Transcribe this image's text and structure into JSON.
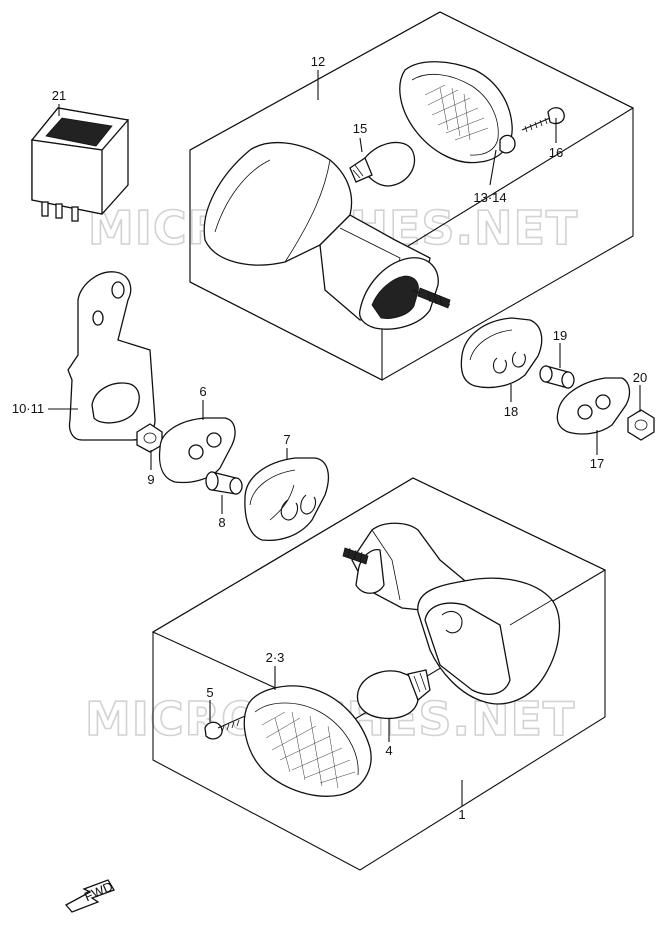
{
  "watermark": "MICROFICHES.NET",
  "fwd_label": "FWD",
  "callouts": [
    {
      "id": "1",
      "text": "1"
    },
    {
      "id": "2-3",
      "text": "2·3"
    },
    {
      "id": "4",
      "text": "4"
    },
    {
      "id": "5",
      "text": "5"
    },
    {
      "id": "6",
      "text": "6"
    },
    {
      "id": "7",
      "text": "7"
    },
    {
      "id": "8",
      "text": "8"
    },
    {
      "id": "9",
      "text": "9"
    },
    {
      "id": "10-11",
      "text": "10·11"
    },
    {
      "id": "12",
      "text": "12"
    },
    {
      "id": "13-14",
      "text": "13·14"
    },
    {
      "id": "15",
      "text": "15"
    },
    {
      "id": "16",
      "text": "16"
    },
    {
      "id": "17",
      "text": "17"
    },
    {
      "id": "18",
      "text": "18"
    },
    {
      "id": "19",
      "text": "19"
    },
    {
      "id": "20",
      "text": "20"
    },
    {
      "id": "21",
      "text": "21"
    }
  ]
}
